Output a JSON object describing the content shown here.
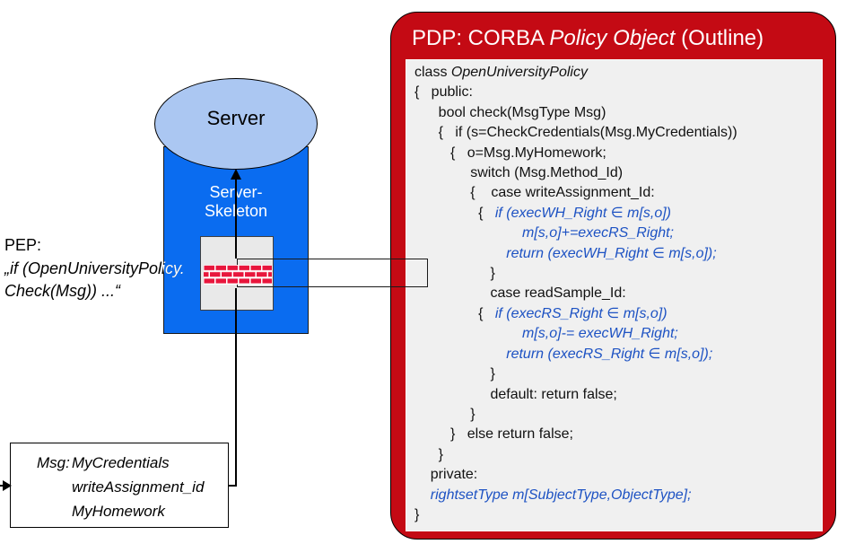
{
  "pep": {
    "label": "PEP:",
    "code_line1": "„if (OpenUniversityPolicy.",
    "code_line2": "Check(Msg)) ...“"
  },
  "server": {
    "label": "Server",
    "skeleton_line1": "Server-",
    "skeleton_line2": "Skeleton"
  },
  "msg_box": {
    "label": "Msg:",
    "values": [
      "MyCredentials",
      "writeAssignment_id",
      "MyHomework"
    ]
  },
  "pdp": {
    "title_prefix": "PDP: CORBA ",
    "title_italic": "Policy Object",
    "title_suffix": " (Outline)",
    "code_lines": [
      {
        "segments": [
          {
            "t": "class ",
            "s": "k"
          },
          {
            "t": "OpenUniversityPolicy",
            "s": "ki"
          }
        ]
      },
      {
        "segments": [
          {
            "t": "{   public:",
            "s": "k"
          }
        ]
      },
      {
        "segments": [
          {
            "t": "      bool check(MsgType Msg)",
            "s": "k"
          }
        ]
      },
      {
        "segments": [
          {
            "t": "      {   if (s=CheckCredentials(Msg.MyCredentials))",
            "s": "k"
          }
        ]
      },
      {
        "segments": [
          {
            "t": "         {   o=Msg.MyHomework;",
            "s": "k"
          }
        ]
      },
      {
        "segments": [
          {
            "t": "              switch (Msg.Method_Id)",
            "s": "k"
          }
        ]
      },
      {
        "segments": [
          {
            "t": "              {    case writeAssignment_Id:",
            "s": "k"
          }
        ]
      },
      {
        "segments": [
          {
            "t": "                {   ",
            "s": "k"
          },
          {
            "t": "if (execWH_Right ∈ m[s,o])",
            "s": "b"
          }
        ]
      },
      {
        "segments": [
          {
            "t": "                           ",
            "s": "k"
          },
          {
            "t": "m[s,o]+=execRS_Right;",
            "s": "b"
          }
        ]
      },
      {
        "segments": [
          {
            "t": "                       ",
            "s": "k"
          },
          {
            "t": "return (execWH_Right ∈ m[s,o]);",
            "s": "b"
          }
        ]
      },
      {
        "segments": [
          {
            "t": "                   }",
            "s": "k"
          }
        ]
      },
      {
        "segments": [
          {
            "t": "                   case readSample_Id:",
            "s": "k"
          }
        ]
      },
      {
        "segments": [
          {
            "t": "                {   ",
            "s": "k"
          },
          {
            "t": "if (execRS_Right ∈ m[s,o])",
            "s": "b"
          }
        ]
      },
      {
        "segments": [
          {
            "t": "                           ",
            "s": "k"
          },
          {
            "t": "m[s,o]-= execWH_Right;",
            "s": "b"
          }
        ]
      },
      {
        "segments": [
          {
            "t": "                       ",
            "s": "k"
          },
          {
            "t": "return (execRS_Right ∈ m[s,o]);",
            "s": "b"
          }
        ]
      },
      {
        "segments": [
          {
            "t": "                   }",
            "s": "k"
          }
        ]
      },
      {
        "segments": [
          {
            "t": "                   default: return false;",
            "s": "k"
          }
        ]
      },
      {
        "segments": [
          {
            "t": "              }",
            "s": "k"
          }
        ]
      },
      {
        "segments": [
          {
            "t": "         }   else return false;",
            "s": "k"
          }
        ]
      },
      {
        "segments": [
          {
            "t": "      }",
            "s": "k"
          }
        ]
      },
      {
        "segments": [
          {
            "t": "    private:",
            "s": "k"
          }
        ]
      },
      {
        "segments": [
          {
            "t": "    ",
            "s": "k"
          },
          {
            "t": "rightsetType m[SubjectType,ObjectType];",
            "s": "b"
          }
        ]
      },
      {
        "segments": [
          {
            "t": "}",
            "s": "k"
          }
        ]
      }
    ]
  },
  "colors": {
    "pdp_red": "#c40a14",
    "skeleton_blue": "#0a6cf0",
    "server_ellipse_blue": "#abc7f2",
    "code_blue": "#1d52c3",
    "brick_red": "#e8163c",
    "inner_panel_gray": "#f0f0f0"
  }
}
